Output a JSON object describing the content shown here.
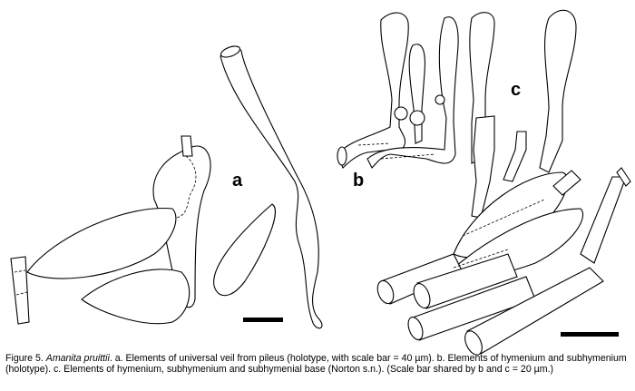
{
  "labels": {
    "a": "a",
    "b": "b",
    "c": "c"
  },
  "caption": {
    "prefix": "Figure 5. ",
    "species": "Amanita pruittii",
    "text_a": ".  a. Elements of universal veil from pileus (holotype, with scale bar = 40 µm).  b. Elements of hymenium and subhymenium (holotype).  c. Elements of hymenium, subhymenium and subhymenial base (Norton s.n.).  (Scale bar shared by b and c = 20 µm.)"
  }
}
